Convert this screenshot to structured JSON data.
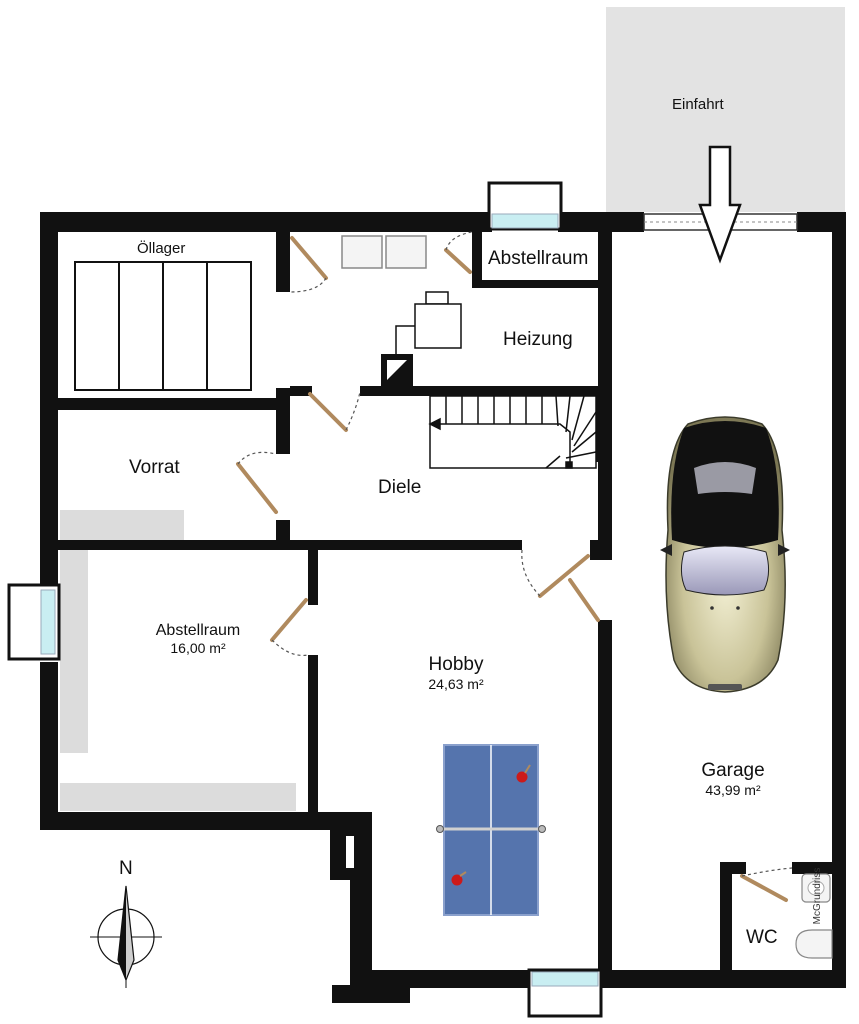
{
  "plan": {
    "rooms": {
      "einfahrt": {
        "name": "Einfahrt"
      },
      "oellager": {
        "name": "Öllager"
      },
      "abstellraum_oben": {
        "name": "Abstellraum"
      },
      "heizung": {
        "name": "Heizung"
      },
      "vorrat": {
        "name": "Vorrat"
      },
      "diele": {
        "name": "Diele"
      },
      "abstellraum": {
        "name": "Abstellraum",
        "area": "16,00 m²"
      },
      "hobby": {
        "name": "Hobby",
        "area": "24,63 m²"
      },
      "garage": {
        "name": "Garage",
        "area": "43,99 m²"
      },
      "wc": {
        "name": "WC"
      }
    },
    "compass": {
      "label": "N"
    },
    "watermark": "McGrundriss",
    "colors": {
      "wall": "#111111",
      "driveway": "#e3e3e3",
      "table": "#5574ad",
      "door": "#b08a5e",
      "window": "#c9eef2",
      "car": "#d7d2a6",
      "fixture": "#dcdcdc"
    }
  }
}
